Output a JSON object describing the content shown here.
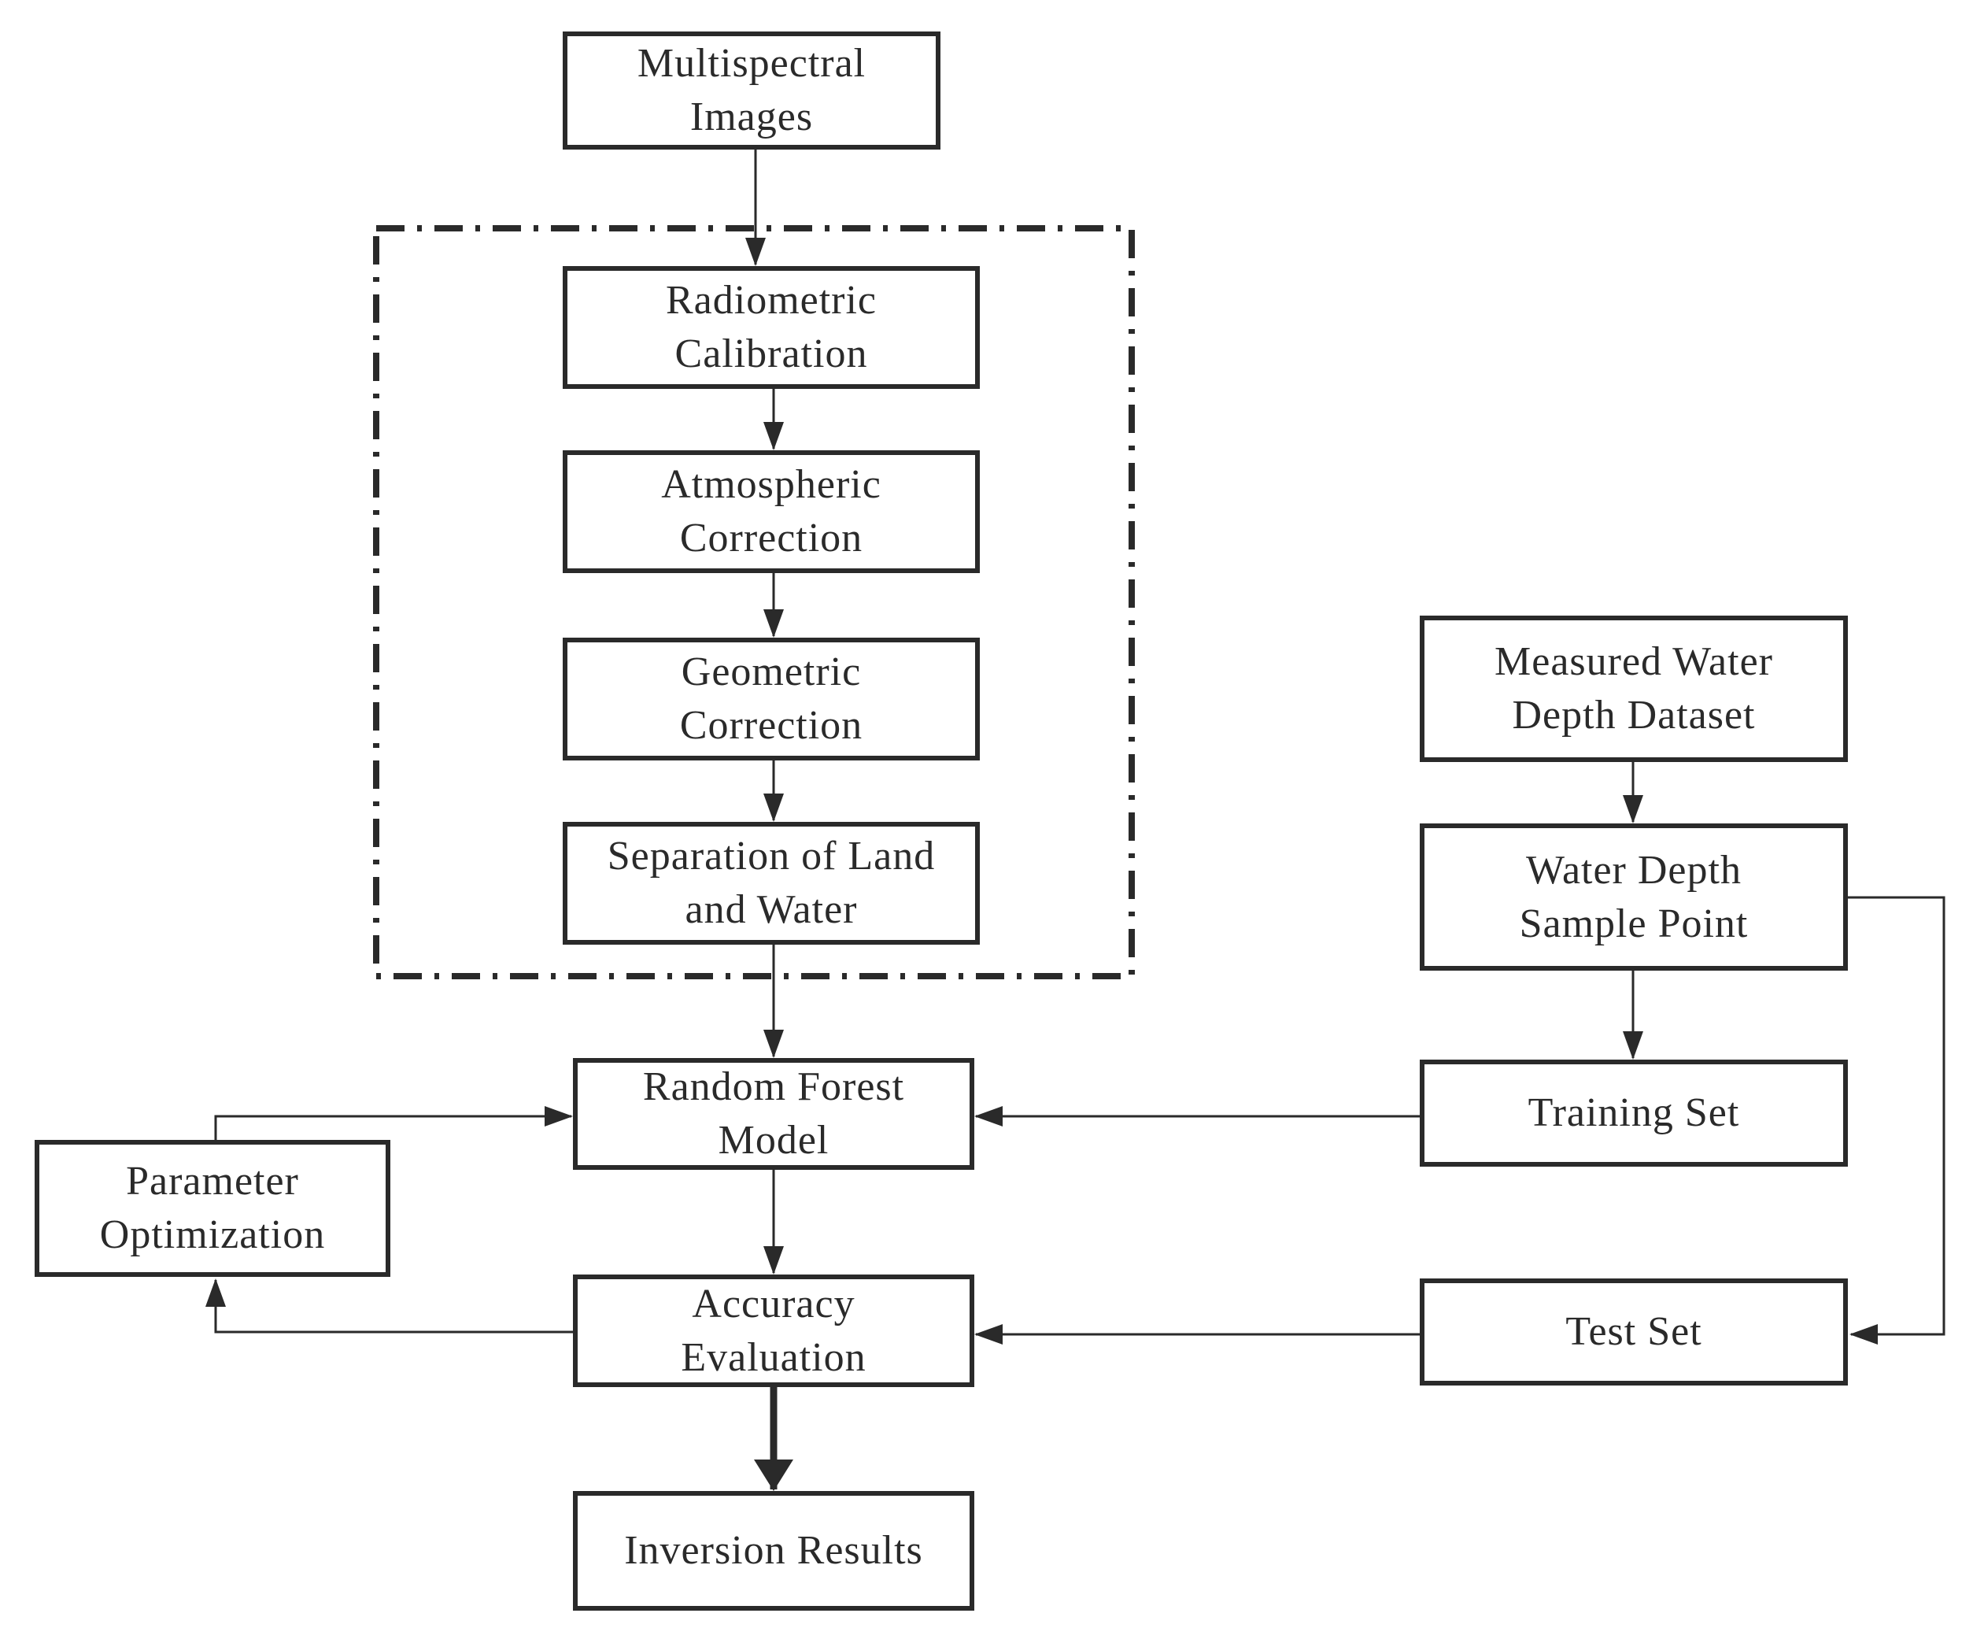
{
  "nodes": {
    "multispectral_images": {
      "line1": "Multispectral",
      "line2": "Images"
    },
    "radiometric_calibration": {
      "line1": "Radiometric",
      "line2": "Calibration"
    },
    "atmospheric_correction": {
      "line1": "Atmospheric",
      "line2": "Correction"
    },
    "geometric_correction": {
      "line1": "Geometric",
      "line2": "Correction"
    },
    "separation_land_water": {
      "line1": "Separation of Land",
      "line2": "and Water"
    },
    "random_forest_model": {
      "line1": "Random Forest",
      "line2": "Model"
    },
    "parameter_optimization": {
      "line1": "Parameter",
      "line2": "Optimization"
    },
    "accuracy_evaluation": {
      "line1": "Accuracy",
      "line2": "Evaluation"
    },
    "inversion_results": {
      "line1": "Inversion Results"
    },
    "measured_water_depth_dataset": {
      "line1": "Measured Water",
      "line2": "Depth Dataset"
    },
    "water_depth_sample_point": {
      "line1": "Water Depth",
      "line2": "Sample Point"
    },
    "training_set": {
      "line1": "Training Set"
    },
    "test_set": {
      "line1": "Test Set"
    }
  },
  "colors": {
    "stroke": "#2a2a2a",
    "background": "#ffffff"
  }
}
